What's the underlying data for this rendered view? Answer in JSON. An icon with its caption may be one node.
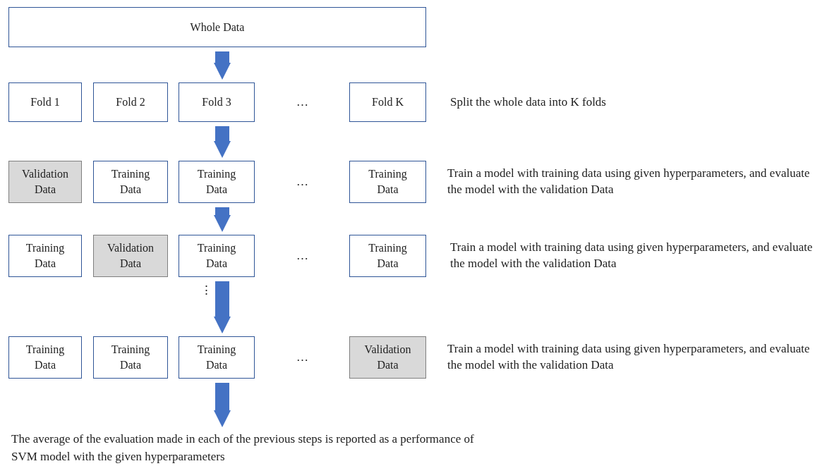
{
  "diagram": {
    "nodes": [
      {
        "text": [
          "Whole Data"
        ]
      },
      {
        "text": [
          "Fold 1"
        ]
      },
      {
        "text": [
          "Fold 2"
        ]
      },
      {
        "text": [
          "Fold 3"
        ]
      },
      {
        "text": [
          "Fold K"
        ]
      },
      {
        "text": [
          "Validation Data"
        ]
      },
      {
        "text": [
          "Training Data"
        ]
      },
      {
        "text": [
          "Training Data"
        ]
      },
      {
        "text": [
          "Training Data"
        ]
      },
      {
        "text": [
          "Training Data"
        ]
      },
      {
        "text": [
          "Validation Data"
        ]
      },
      {
        "text": [
          "Training Data"
        ]
      },
      {
        "text": [
          "Training Data"
        ]
      },
      {
        "text": [
          "Training Data"
        ]
      },
      {
        "text": [
          "Training Data"
        ]
      },
      {
        "text": [
          "Training Data"
        ]
      },
      {
        "text": [
          "Validation Data"
        ]
      },
      {
        "text": [
          "The average of the evaluation made in each of the previous steps is reported as a performance of SVM model with the given hyperparameters"
        ]
      }
    ],
    "edges": [
      {
        "from": 0,
        "to": 3,
        "arrow": "to"
      },
      {
        "from": 3,
        "to": 7,
        "arrow": "to"
      },
      {
        "from": 7,
        "to": 11,
        "arrow": "to"
      },
      {
        "from": 11,
        "to": 15,
        "arrow": "to"
      },
      {
        "from": 15,
        "to": 17,
        "arrow": "to"
      }
    ],
    "labels": [
      "…",
      "Split the whole data into K folds",
      "…",
      "Train a model with training data using given hyperparameters, and evaluate the model with the validation Data",
      "…",
      "Train a model with training data using given hyperparameters, and evaluate the model with the validation Data",
      "⋮",
      "…",
      "Train a model with training data using given hyperparameters, and evaluate the model with the validation Data"
    ]
  }
}
